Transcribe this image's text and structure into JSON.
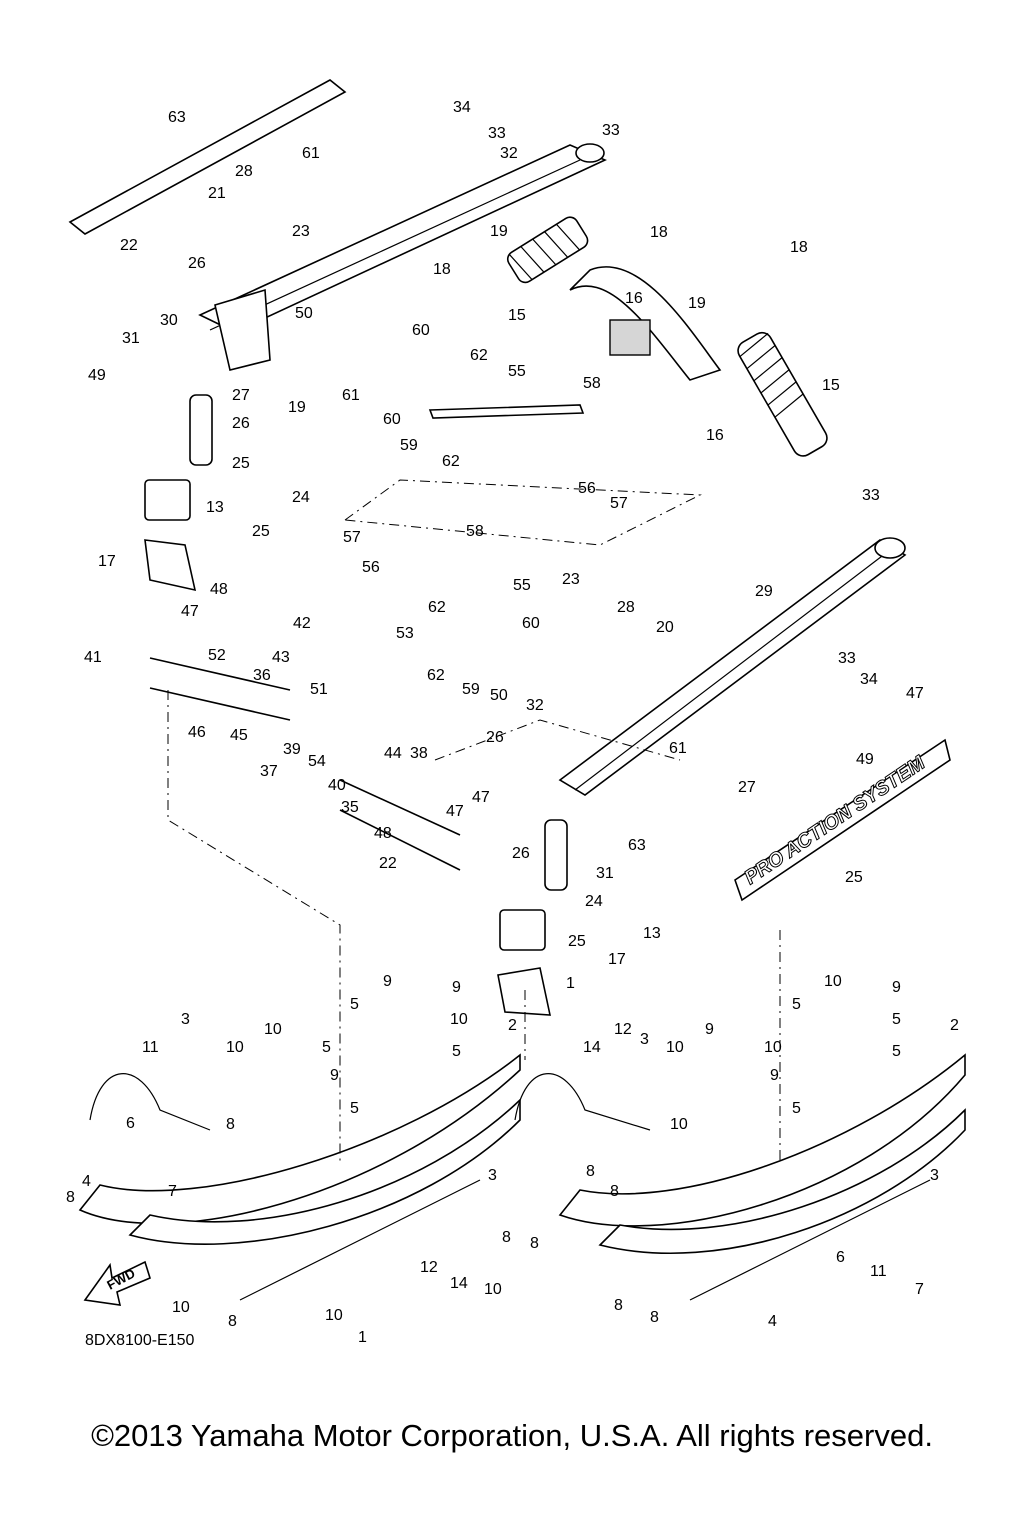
{
  "diagram": {
    "drawing_code": "8DX8100-E150",
    "fwd_label": "FWD",
    "brand_decal": "PRO ACTION SYSTEM",
    "labels": [
      "63",
      "34",
      "33",
      "32",
      "33",
      "61",
      "28",
      "21",
      "23",
      "22",
      "26",
      "19",
      "18",
      "18",
      "50",
      "18",
      "16",
      "30",
      "31",
      "49",
      "27",
      "19",
      "60",
      "62",
      "61",
      "60",
      "59",
      "62",
      "55",
      "58",
      "56",
      "57",
      "15",
      "15",
      "19",
      "16",
      "26",
      "25",
      "24",
      "13",
      "25",
      "17",
      "33",
      "57",
      "58",
      "56",
      "55",
      "23",
      "28",
      "20",
      "29",
      "62",
      "53",
      "62",
      "60",
      "59",
      "50",
      "32",
      "33",
      "34",
      "47",
      "48",
      "47",
      "41",
      "52",
      "42",
      "43",
      "36",
      "51",
      "44",
      "46",
      "45",
      "39",
      "54",
      "37",
      "40",
      "35",
      "38",
      "48",
      "47",
      "47",
      "22",
      "49",
      "26",
      "61",
      "27",
      "26",
      "31",
      "63",
      "25",
      "24",
      "13",
      "25",
      "17",
      "1",
      "2",
      "11",
      "3",
      "10",
      "10",
      "9",
      "10",
      "9",
      "5",
      "5",
      "9",
      "5",
      "5",
      "8",
      "7",
      "6",
      "8",
      "4",
      "3",
      "12",
      "14",
      "10",
      "8",
      "8",
      "10",
      "8",
      "10",
      "1",
      "2",
      "14",
      "12",
      "3",
      "10",
      "9",
      "10",
      "10",
      "9",
      "5",
      "5",
      "9",
      "5",
      "5",
      "10",
      "8",
      "8",
      "8",
      "4",
      "3",
      "11",
      "7",
      "6",
      "8"
    ],
    "copyright": "©2013 Yamaha Motor Corporation, U.S.A. All rights reserved."
  }
}
